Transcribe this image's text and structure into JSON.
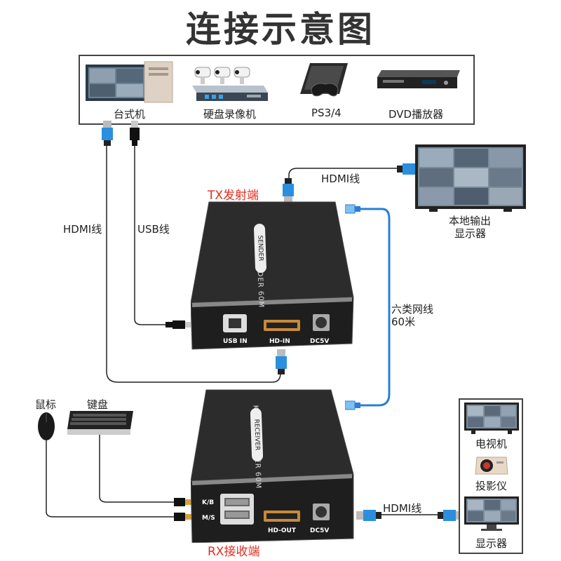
{
  "title": "连接示意图",
  "sources": [
    {
      "label": "台式机",
      "icon": "desktop-pc-icon"
    },
    {
      "label": "硬盘录像机",
      "icon": "nvr-camera-icon"
    },
    {
      "label": "PS3/4",
      "icon": "game-console-icon"
    },
    {
      "label": "DVD播放器",
      "icon": "dvd-player-icon"
    }
  ],
  "tx": {
    "label": "TX发射端",
    "top_text": "KVM EXTENDER 60M",
    "badge": "SENDER",
    "ports": [
      "USB IN",
      "HD-IN",
      "DC5V"
    ]
  },
  "rx": {
    "label": "RX接收端",
    "top_text": "KVM EXTENDER 60M",
    "badge": "RECEIVER",
    "ports": [
      "K/B",
      "M/S",
      "HD-OUT",
      "DC5V"
    ]
  },
  "cables": {
    "hdmi_left": "HDMI线",
    "usb": "USB线",
    "hdmi_local": "HDMI线",
    "network_type": "六类网线",
    "network_length": "60米",
    "hdmi_out": "HDMI线"
  },
  "local_monitor": {
    "line1": "本地输出",
    "line2": "显示器"
  },
  "peripherals": {
    "mouse": "鼠标",
    "keyboard": "键盘"
  },
  "displays": [
    {
      "label": "电视机",
      "icon": "tv-icon"
    },
    {
      "label": "投影仪",
      "icon": "projector-icon"
    },
    {
      "label": "显示器",
      "icon": "monitor-icon"
    }
  ],
  "colors": {
    "accent_red": "#e32d1f",
    "network_blue": "#2a7fd4",
    "hdmi_blue": "#2b8fe0",
    "device_body": "#1e1e1e"
  }
}
